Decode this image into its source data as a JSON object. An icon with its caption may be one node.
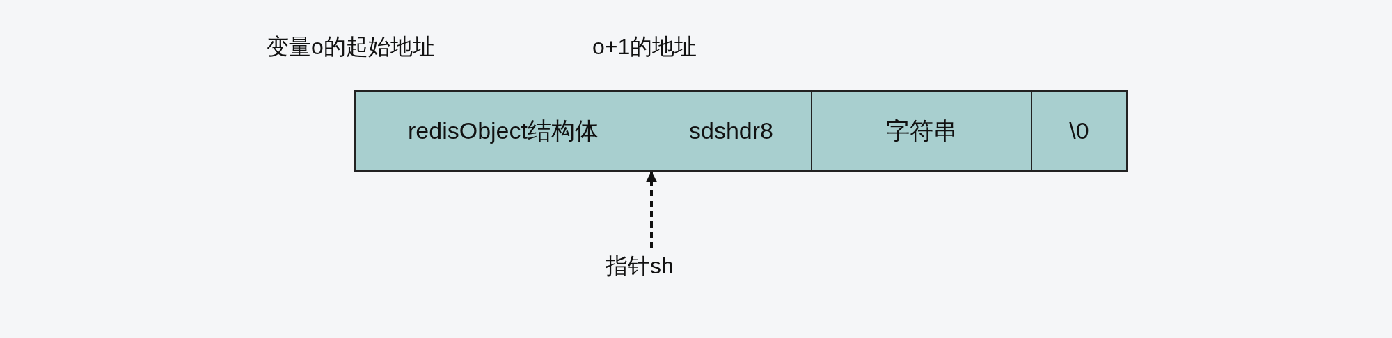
{
  "diagram": {
    "nodes": [
      {
        "text": [
          "redisObject结构体"
        ]
      },
      {
        "text": [
          "sdshdr8"
        ]
      },
      {
        "text": [
          "字符串"
        ]
      },
      {
        "text": [
          "\\0"
        ]
      },
      {
        "text": [
          "指针sh"
        ]
      }
    ],
    "edges": [
      {
        "from": 4,
        "to": 1,
        "arrow": "to",
        "style": "dashed"
      }
    ],
    "labels": [
      "变量o的起始地址",
      "o+1的地址"
    ]
  }
}
